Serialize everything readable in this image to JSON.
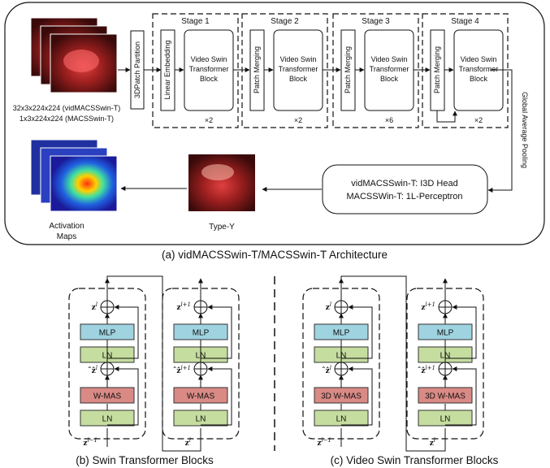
{
  "top": {
    "input_dims": [
      "32x3x224x224 (vidMACSSwin-T)",
      "1x3x224x224 (MACSSwin-T)"
    ],
    "partition": "3DPatch Partition",
    "stages": [
      {
        "title": "Stage 1",
        "first": "Linear Embedding",
        "block": "Video Swin Transformer Block",
        "repeat": "×2"
      },
      {
        "title": "Stage 2",
        "first": "Patch Merging",
        "block": "Video Swin Transformer Block",
        "repeat": "×2"
      },
      {
        "title": "Stage 3",
        "first": "Patch Merging",
        "block": "Video Swin Transformer Block",
        "repeat": "×6"
      },
      {
        "title": "Stage 4",
        "first": "Patch Merging",
        "block": "Video Swin Transformer Block",
        "repeat": "×2"
      }
    ],
    "pooling": "Global Average Pooling",
    "head_line1": "vidMACSSwin-T: I3D Head",
    "head_line2": "MACSSWin-T: 1L-Perceptron",
    "type_label": "Type-Y",
    "activation_label1": "Activation",
    "activation_label2": "Maps",
    "caption": "(a) vidMACSSwin-T/MACSSwin-T Architecture"
  },
  "bottom": {
    "left_caption": "(b) Swin Transformer Blocks",
    "right_caption": "(c) Video Swin Transformer Blocks",
    "mlp": "MLP",
    "ln": "LN",
    "wmsa": "W-MAS",
    "wmsa3d": "3D W-MAS",
    "z_l": "z",
    "colors": {
      "mlp": "#9fd3e0",
      "ln": "#c5dd9f",
      "wmsa": "#d98a85"
    }
  }
}
